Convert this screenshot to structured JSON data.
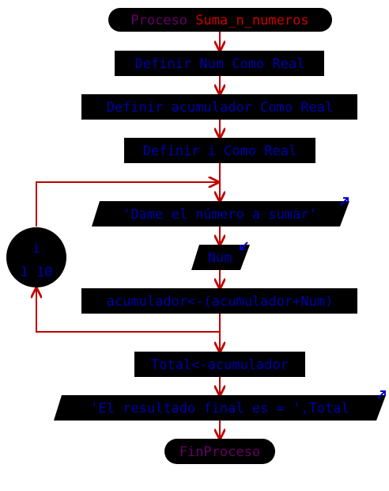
{
  "flowchart": {
    "process_keyword": "Proceso",
    "process_name": "Suma_n_numeros",
    "define_num": "Definir Num Como Real",
    "define_acc": "Definir acumulador Como Real",
    "define_i": "Definir i Como Real",
    "prompt_output": "'Dame el número a sumar'",
    "read_num": "Num",
    "accumulate": "acumulador<-(acumulador+Num)",
    "loop_var": "i",
    "loop_range": "1 10",
    "assign_total": "Total<-acumulador",
    "final_output": "'El resultado final es = ',Total",
    "end_label": "FinProceso"
  },
  "colors": {
    "box_fill": "#000000",
    "flow_line": "#c00000",
    "text_blue": "#0000aa",
    "text_purple": "#660066",
    "text_red": "#cc0000",
    "io_arrow": "#0000cc"
  }
}
